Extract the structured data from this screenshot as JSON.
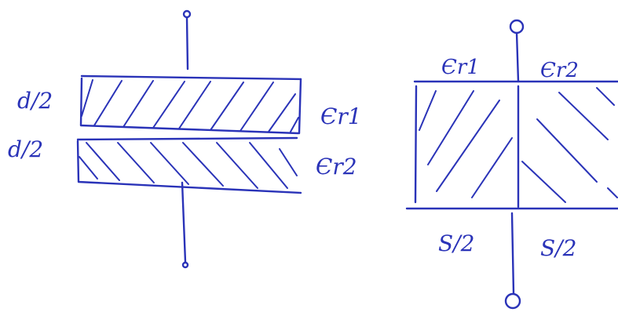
{
  "left_capacitor": {
    "top_layer_thickness": "d/2",
    "bottom_layer_thickness": "d/2",
    "top_layer_permittivity": "Єr1",
    "bottom_layer_permittivity": "Єr2"
  },
  "right_capacitor": {
    "left_permittivity": "Єr1",
    "right_permittivity": "Єr2",
    "left_width": "S/2",
    "right_width": "S/2"
  },
  "colors": {
    "ink": "#2a33b8",
    "background": "#ffffff"
  }
}
